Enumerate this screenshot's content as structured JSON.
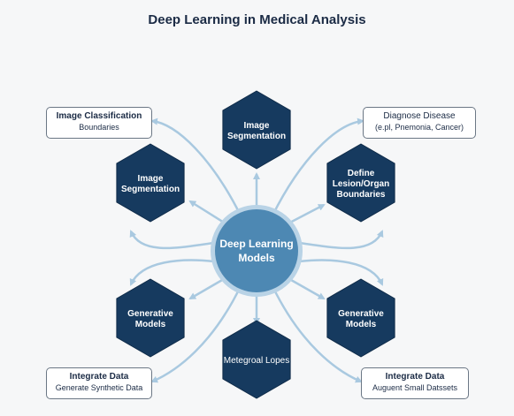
{
  "title": "Deep Learning in Medical Analysis",
  "center": {
    "line1": "Deep Learning",
    "line2": "Models"
  },
  "hexagons": [
    {
      "id": "top",
      "lines": [
        "Image",
        "Segmentation"
      ]
    },
    {
      "id": "upper-left",
      "lines": [
        "Image",
        "Segmentation"
      ]
    },
    {
      "id": "upper-right",
      "lines": [
        "Define",
        "Lesion/Organ",
        "Boundaries"
      ]
    },
    {
      "id": "lower-left",
      "lines": [
        "Generative",
        "Models"
      ]
    },
    {
      "id": "lower-right",
      "lines": [
        "Generative",
        "Models"
      ]
    },
    {
      "id": "bottom",
      "lines": [
        "Metegroal Lopes"
      ]
    }
  ],
  "boxes": {
    "top_left": {
      "title": "Image Classification",
      "sub": "Boundaries"
    },
    "top_right": {
      "title": "Diagnose Disease",
      "sub": "(e.pl, Pnemonia, Cancer)"
    },
    "bottom_left": {
      "title": "Integrate Data",
      "sub": "Generate Synthetic Data"
    },
    "bottom_right": {
      "title": "Integrate Data",
      "sub": "Auguent Small Datssets"
    }
  },
  "colors": {
    "hex_fill": "#163a5f",
    "center_fill": "#4d88b3",
    "center_ring": "#b9d3e6",
    "arrow": "#a9c9e0"
  }
}
